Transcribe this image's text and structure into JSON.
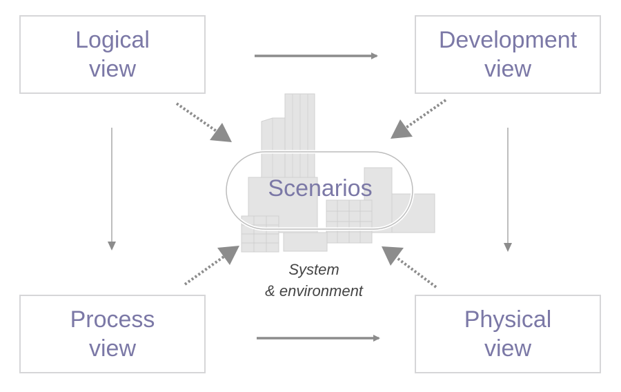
{
  "diagram": {
    "title": "4+1 Architectural View Model",
    "views": {
      "logical": {
        "line1": "Logical",
        "line2": "view"
      },
      "development": {
        "line1": "Development",
        "line2": "view"
      },
      "process": {
        "line1": "Process",
        "line2": "view"
      },
      "physical": {
        "line1": "Physical",
        "line2": "view"
      }
    },
    "center": {
      "label": "Scenarios",
      "caption_line1": "System",
      "caption_line2": "& environment"
    },
    "edges": [
      {
        "from": "logical",
        "to": "development",
        "style": "solid"
      },
      {
        "from": "process",
        "to": "physical",
        "style": "solid"
      },
      {
        "from": "logical",
        "to": "process",
        "style": "thin"
      },
      {
        "from": "development",
        "to": "physical",
        "style": "thin"
      },
      {
        "from": "logical",
        "to": "scenarios",
        "style": "dotted"
      },
      {
        "from": "development",
        "to": "scenarios",
        "style": "dotted"
      },
      {
        "from": "process",
        "to": "scenarios",
        "style": "dotted"
      },
      {
        "from": "physical",
        "to": "scenarios",
        "style": "dotted"
      }
    ],
    "colors": {
      "view_text": "#7b78a6",
      "box_border": "#d6d6d8",
      "arrow": "#8c8c8c",
      "thin_arrow": "#bdbdbd",
      "building_fill": "#e4e4e4",
      "caption_text": "#444444"
    }
  }
}
